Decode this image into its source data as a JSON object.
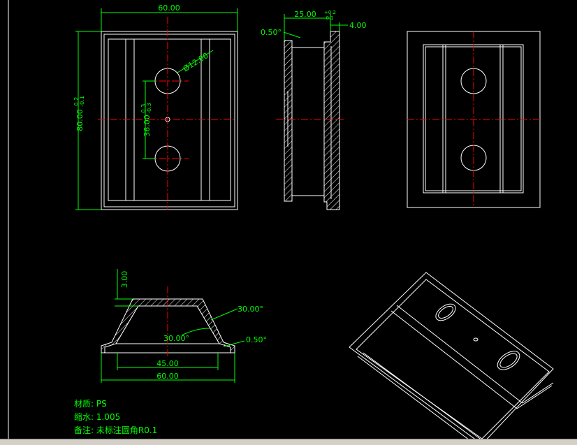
{
  "dims": {
    "top_width": "60.00",
    "top_height": "80.00",
    "top_height_tol_up": "0.2",
    "top_height_tol_dn": "-0.1",
    "hole_dia": "Ø12.00",
    "hole_spacing": "36.00",
    "hole_spacing_tol_up": "0.3",
    "hole_spacing_tol_dn": "-0.3",
    "side_depth": "25.00",
    "side_depth_tol_up": "+0.2",
    "side_depth_tol_dn": "-0.1",
    "side_wall": "4.00",
    "side_angle": "0.50°",
    "sec_top": "3.00",
    "sec_angle1": "30.00°",
    "sec_angle2": "30.00°",
    "sec_angle3": "0.50°",
    "sec_inner": "45.00",
    "sec_outer": "60.00"
  },
  "notes": {
    "material": "材质: PS",
    "shrink": "缩水: 1.005",
    "remark": "备注: 未标注圆角R0.1"
  },
  "colors": {
    "background": "#000000",
    "outline": "#ffffff",
    "dimension": "#00ff00",
    "centerline": "#ff0000"
  }
}
